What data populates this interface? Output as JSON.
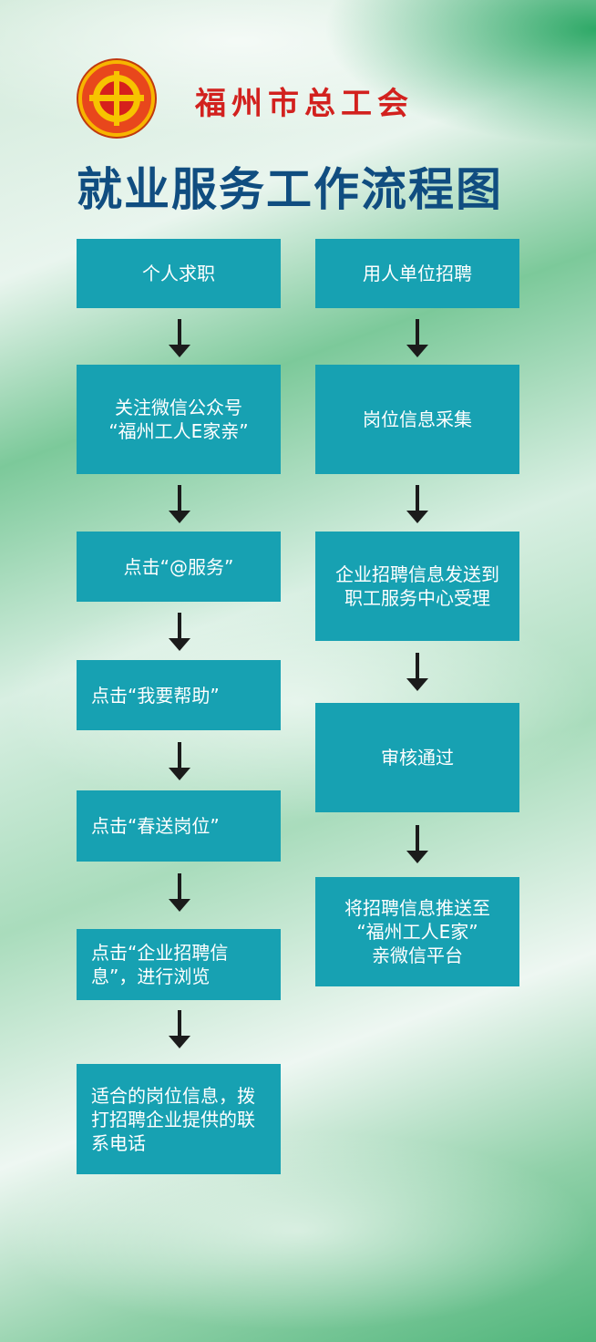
{
  "header": {
    "logo_alt": "工会会徽",
    "organization": "福州市总工会",
    "title": "就业服务工作流程图"
  },
  "left_flow": {
    "steps": [
      "个人求职",
      "关注微信公众号\n“福州工人E家亲”",
      "点击“@服务”",
      "点击“我要帮助”",
      "点击“春送岗位”",
      "点击“企业招聘信息”，进行浏览",
      "适合的岗位信息，拨打招聘企业提供的联系电话"
    ]
  },
  "right_flow": {
    "steps": [
      "用人单位招聘",
      "岗位信息采集",
      "企业招聘信息发送到职工服务中心受理",
      "审核通过",
      "将招聘信息推送至\n“福州工人E家”\n亲微信平台"
    ]
  },
  "colors": {
    "box": "#17a1b2",
    "title": "#104d80",
    "organization": "#d2211e",
    "arrow": "#1b1b1b"
  }
}
